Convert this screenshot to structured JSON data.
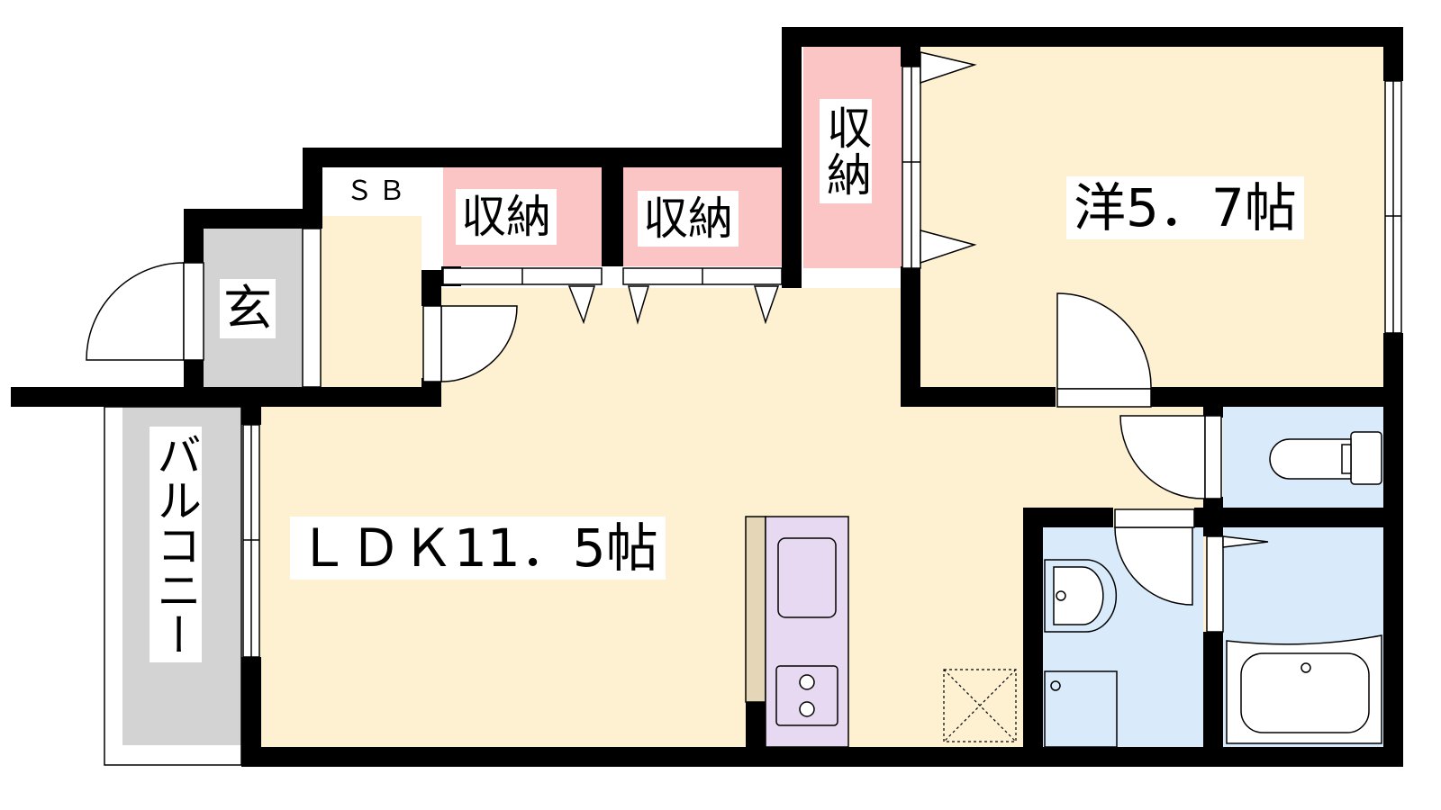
{
  "floor_plan": {
    "rooms": {
      "western_room": {
        "label": "洋5．7帖"
      },
      "ldk": {
        "label": "ＬＤＫ11．5帖"
      },
      "entrance": {
        "label": "玄"
      },
      "shoe_box": {
        "label": "ＳＢ"
      },
      "storage_1": {
        "label": "収納"
      },
      "storage_2": {
        "label": "収納"
      },
      "storage_3": {
        "label": "収納"
      },
      "balcony": {
        "label": "バルコニー"
      }
    },
    "fixtures": [
      "kitchen-sink",
      "gas-stove",
      "toilet",
      "washbasin",
      "washing-machine-space",
      "bathtub",
      "floor-hatch"
    ],
    "colors": {
      "wall": "#000000",
      "room_floor": "#fdf1d2",
      "storage": "#fbc5c6",
      "wet_area": "#d9ebfb",
      "kitchen": "#e7d9f1",
      "entrance": "#d3d3d3",
      "balcony": "#d3d3d3",
      "counter": "#e6d6b8"
    }
  }
}
